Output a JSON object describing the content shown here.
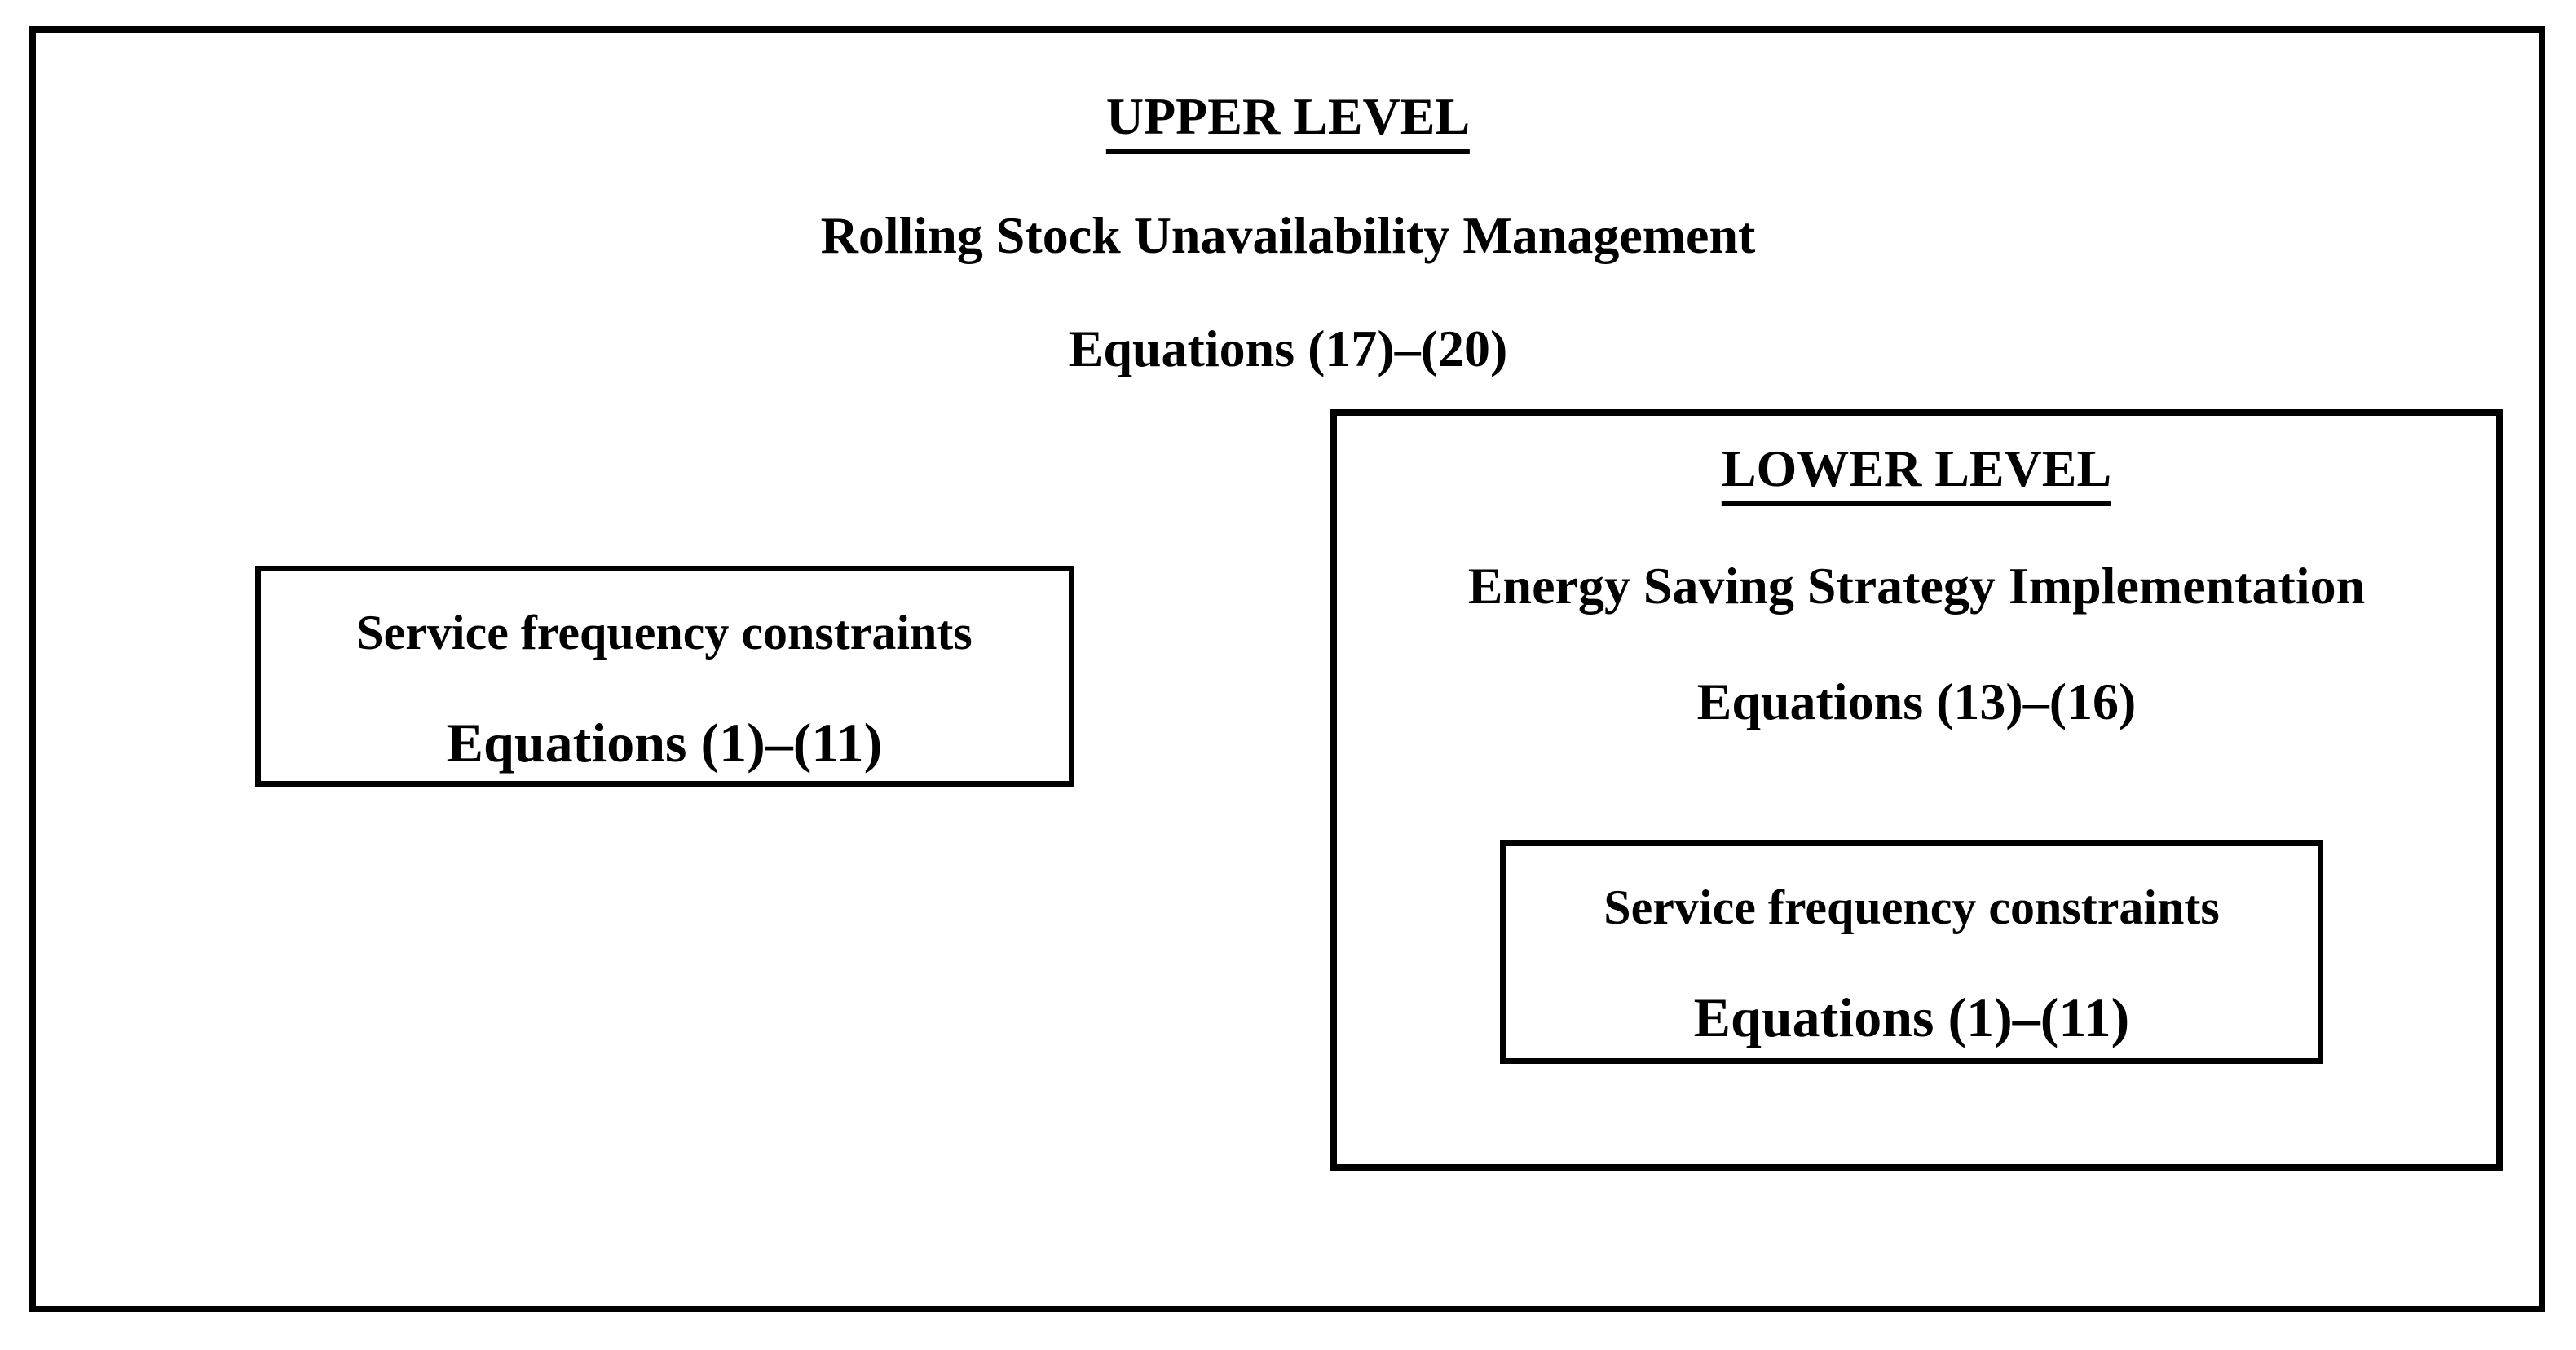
{
  "figure": {
    "upper_level": {
      "heading": "UPPER LEVEL",
      "title": "Rolling Stock Unavailability Management",
      "equations": "Equations (17)–(20)"
    },
    "upper_constraints_box": {
      "title": "Service frequency constraints",
      "equations": "Equations (1)–(11)"
    },
    "lower_level": {
      "heading": "LOWER LEVEL",
      "title": "Energy Saving Strategy Implementation",
      "equations": "Equations (13)–(16)"
    },
    "lower_constraints_box": {
      "title": "Service frequency constraints",
      "equations": "Equations (1)–(11)"
    },
    "colors": {
      "text": "#000000",
      "border": "#000000",
      "background": "#ffffff"
    }
  }
}
